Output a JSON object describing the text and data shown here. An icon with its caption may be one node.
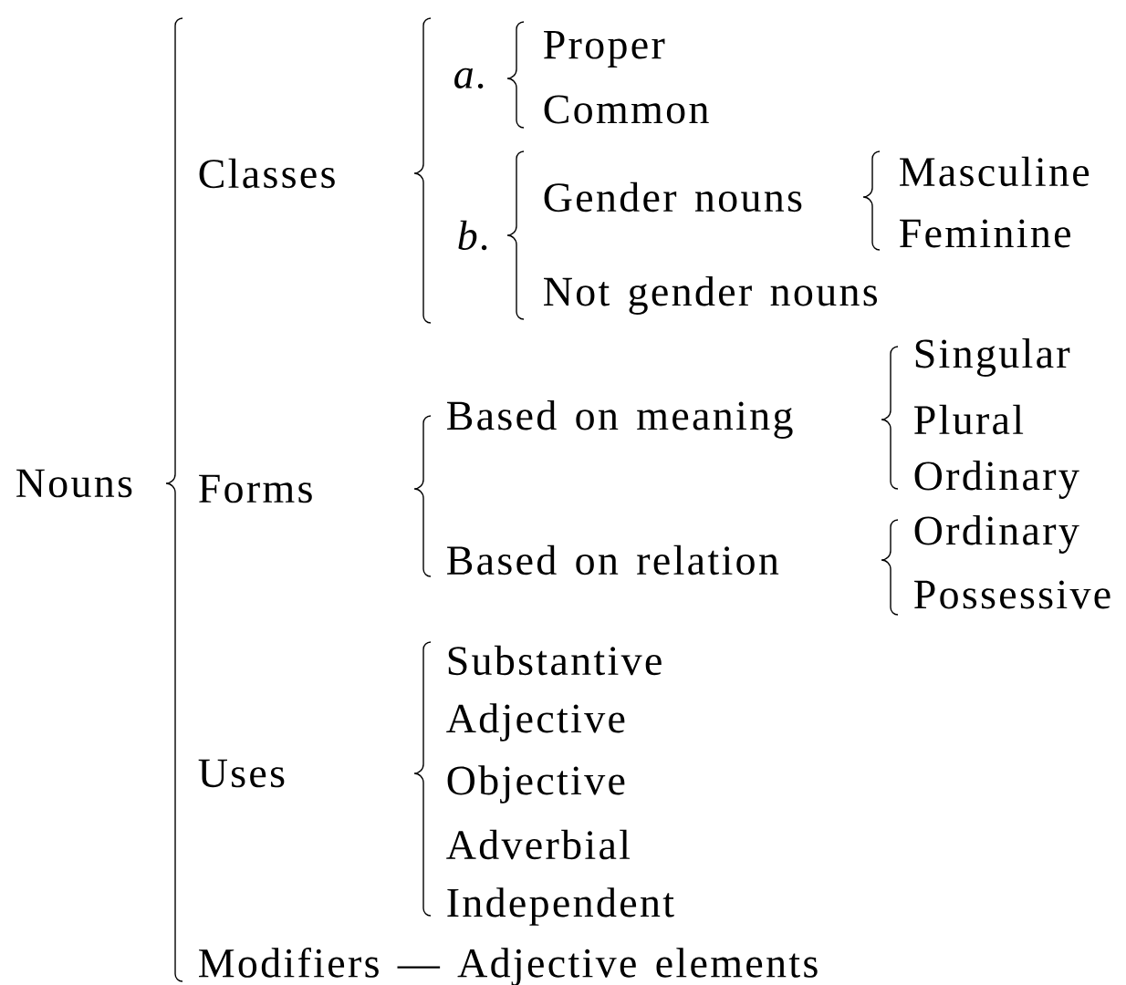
{
  "diagram": {
    "nodes": [
      {
        "text": [
          "Nouns"
        ]
      },
      {
        "text": [
          "Classes"
        ]
      },
      {
        "text": [
          "a."
        ]
      },
      {
        "text": [
          "Proper"
        ]
      },
      {
        "text": [
          "Common"
        ]
      },
      {
        "text": [
          "b."
        ]
      },
      {
        "text": [
          "Gender nouns"
        ]
      },
      {
        "text": [
          "Masculine"
        ]
      },
      {
        "text": [
          "Feminine"
        ]
      },
      {
        "text": [
          "Not gender nouns"
        ]
      },
      {
        "text": [
          "Forms"
        ]
      },
      {
        "text": [
          "Based on meaning"
        ]
      },
      {
        "text": [
          "Singular"
        ]
      },
      {
        "text": [
          "Plural"
        ]
      },
      {
        "text": [
          "Ordinary"
        ]
      },
      {
        "text": [
          "Based on relation"
        ]
      },
      {
        "text": [
          "Ordinary"
        ]
      },
      {
        "text": [
          "Possessive"
        ]
      },
      {
        "text": [
          "Uses"
        ]
      },
      {
        "text": [
          "Substantive"
        ]
      },
      {
        "text": [
          "Adjective"
        ]
      },
      {
        "text": [
          "Objective"
        ]
      },
      {
        "text": [
          "Adverbial"
        ]
      },
      {
        "text": [
          "Independent"
        ]
      },
      {
        "text": [
          "Modifiers — Adjective elements"
        ]
      }
    ]
  }
}
